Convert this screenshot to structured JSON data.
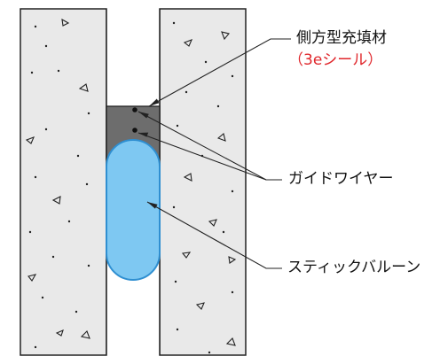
{
  "labels": {
    "filler_name": "側方型充填材",
    "filler_product": "（3eシール）",
    "guide_wire": "ガイドワイヤー",
    "stick_balloon": "スティックバルーン"
  },
  "colors": {
    "concrete_fill": "#e9e9e9",
    "outline": "#222222",
    "filler_fill": "#6d6d6d",
    "balloon_fill": "#7ec8f2",
    "balloon_stroke": "#2f8fd1",
    "product_text": "#e0262b"
  }
}
